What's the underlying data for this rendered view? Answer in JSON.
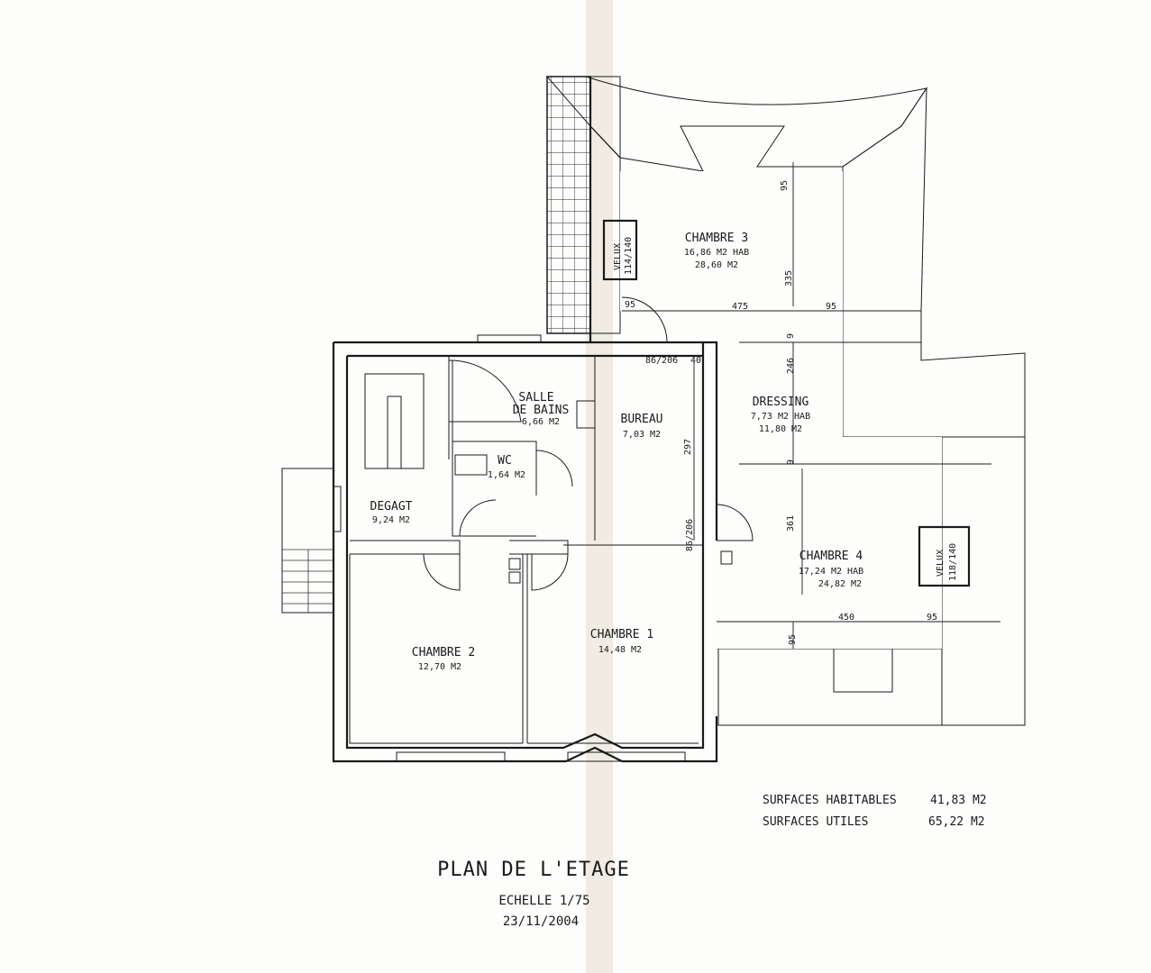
{
  "rooms": [
    {
      "id": "chambre3",
      "name": "CHAMBRE 3",
      "area1": "16,86 M2 HAB",
      "area2": "28,60 M2"
    },
    {
      "id": "dressing",
      "name": "DRESSING",
      "area1": "7,73 M2 HAB",
      "area2": "11,80 M2"
    },
    {
      "id": "chambre4",
      "name": "CHAMBRE 4",
      "area1": "17,24 M2 HAB",
      "area2": "24,82 M2"
    },
    {
      "id": "sdb",
      "name1": "SALLE",
      "name2": "DE BAINS",
      "area1": "6,66 M2"
    },
    {
      "id": "bureau",
      "name": "BUREAU",
      "area1": "7,03 M2"
    },
    {
      "id": "wc",
      "name": "WC",
      "area1": "1,64 M2"
    },
    {
      "id": "degagt",
      "name": "DEGAGT",
      "area1": "9,24 M2"
    },
    {
      "id": "chambre2",
      "name": "CHAMBRE 2",
      "area1": "12,70 M2"
    },
    {
      "id": "chambre1",
      "name": "CHAMBRE 1",
      "area1": "14,48 M2"
    }
  ],
  "velux": [
    {
      "label": "VELUX",
      "size": "114/140"
    },
    {
      "label": "VELUX",
      "size": "118/140"
    }
  ],
  "dimensions": {
    "d95a": "95",
    "d335": "335",
    "d475": "475",
    "d95b": "95",
    "d95c": "95",
    "d9a": "9",
    "d246": "246",
    "d9b": "9",
    "d361": "361",
    "d450": "450",
    "d95d": "95",
    "d95e": "95",
    "d297": "297",
    "door1": "86/206",
    "door1b": "40",
    "door2": "86/206"
  },
  "surfaces": {
    "hab_label": "SURFACES HABITABLES",
    "hab_value": "41,83 M2",
    "util_label": "SURFACES UTILES",
    "util_value": "65,22 M2"
  },
  "title": "PLAN DE L'ETAGE",
  "scale": "ECHELLE 1/75",
  "date": "23/11/2004"
}
